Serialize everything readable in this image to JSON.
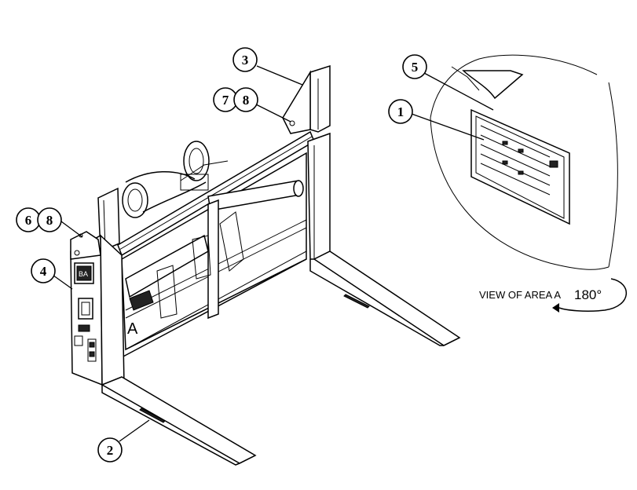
{
  "diagram": {
    "view_label": "VIEW OF AREA  A",
    "rotation_label": "180°",
    "area_letter": "A",
    "plate_label": "BA"
  },
  "callouts": [
    {
      "id": "c1",
      "label": "1"
    },
    {
      "id": "c2",
      "label": "2"
    },
    {
      "id": "c3",
      "label": "3"
    },
    {
      "id": "c4",
      "label": "4"
    },
    {
      "id": "c5",
      "label": "5"
    },
    {
      "id": "c6",
      "label": "6"
    },
    {
      "id": "c7",
      "label": "7"
    },
    {
      "id": "c8a",
      "label": "8"
    },
    {
      "id": "c8b",
      "label": "8"
    }
  ]
}
